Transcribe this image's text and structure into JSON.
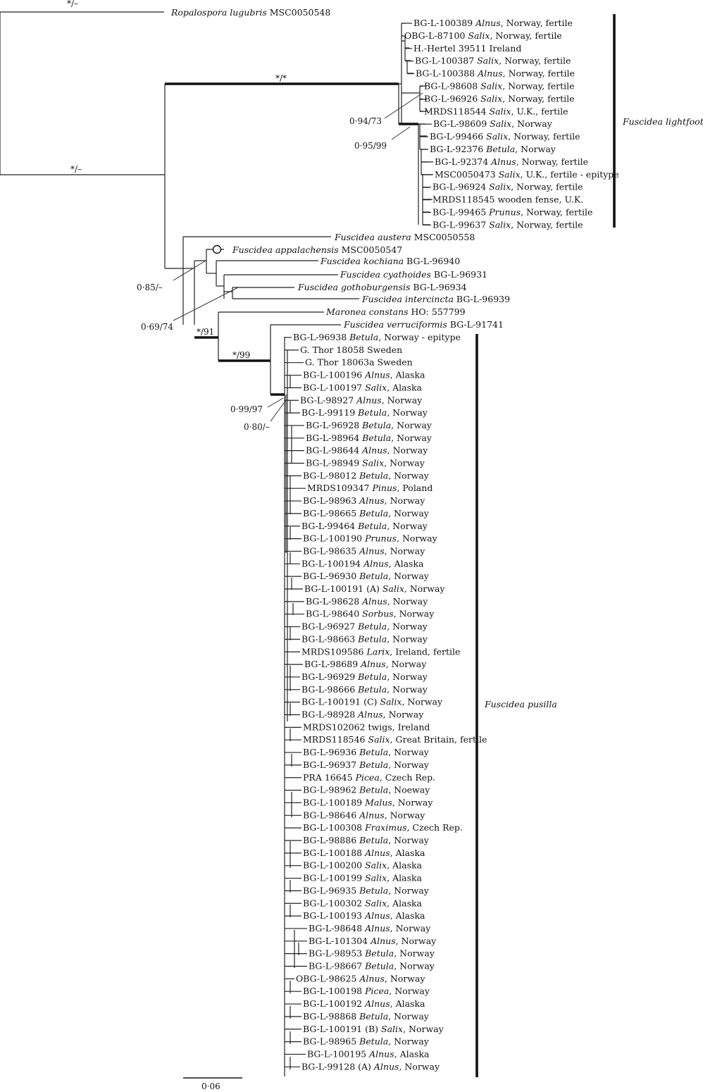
{
  "outgroup": {
    "name": "Ropalospora lugubris",
    "voucher": "MSC0050548"
  },
  "clades": [
    {
      "name": "Fuscidea lightfootii"
    },
    {
      "name": "Fuscidea pusilla"
    }
  ],
  "lightfootii_tips": [
    [
      "BG-L-100389 ",
      "Alnus",
      ", Norway, fertile"
    ],
    [
      "OBG-L-87100 ",
      "Salix",
      ", Norway, fertile"
    ],
    [
      "H.-Hertel 39511 Ireland",
      "",
      ""
    ],
    [
      "BG-L-100387 ",
      "Salix",
      ", Norway, fertile"
    ],
    [
      "BG-L-100388 ",
      "Alnus",
      ", Norway, fertile"
    ],
    [
      "BG-L-98608 ",
      "Salix",
      ", Norway, fertile"
    ],
    [
      "BG-L-96926 ",
      "Salix",
      ", Norway, fertile"
    ],
    [
      "MRDS118544 ",
      "Salix",
      ", U.K., fertile"
    ],
    [
      "BG-L-98609 ",
      "Salix",
      ", Norway"
    ],
    [
      "BG-L-99466 ",
      "Salix",
      ", Norway, fertile"
    ],
    [
      "BG-L-92376 ",
      "Betula",
      ", Norway"
    ],
    [
      "BG-L-92374 ",
      "Alnus",
      ", Norway, fertile"
    ],
    [
      "MSC0050473 ",
      "Salix",
      ", U.K., fertile - epitype"
    ],
    [
      "BG-L-96924 ",
      "Salix",
      ", Norway, fertile"
    ],
    [
      "MRDS118545 wooden fense, U.K.",
      "",
      ""
    ],
    [
      "BG-L-99465 ",
      "Prunus",
      ", Norway, fertile"
    ],
    [
      "BG-L-99637 ",
      "Salix",
      ", Norway, fertile"
    ]
  ],
  "species_tips": [
    [
      "Fuscidea austera",
      " MSC0050558"
    ],
    [
      "Fuscidea appalachensis",
      " MSC0050547"
    ],
    [
      "Fuscidea kochiana",
      " BG-L-96940"
    ],
    [
      "Fuscidea cyathoides",
      " BG-L-96931"
    ],
    [
      "Fuscidea gothoburgensis",
      " BG-L-96934"
    ],
    [
      "Fuscidea intercincta",
      " BG-L-96939"
    ],
    [
      "Maronea constans",
      " HO: 557799"
    ],
    [
      "Fuscidea verruciformis",
      " BG-L-91741"
    ]
  ],
  "pusilla_tips": [
    [
      "BG-L-96938 ",
      "Betula",
      ", Norway - epitype"
    ],
    [
      "G. Thor 18058 Sweden",
      "",
      ""
    ],
    [
      "G. Thor 18063a Sweden",
      "",
      ""
    ],
    [
      "BG-L-100196 ",
      "Alnus",
      ", Alaska"
    ],
    [
      "BG-L-100197 ",
      "Salix",
      ", Alaska"
    ],
    [
      "BG-L-98927 ",
      "Alnus",
      ", Norway"
    ],
    [
      "BG-L-99119 ",
      "Betula",
      ", Norway"
    ],
    [
      "BG-L-96928 ",
      "Betula",
      ", Norway"
    ],
    [
      "BG-L-98964 ",
      "Betula",
      ", Norway"
    ],
    [
      "BG-L-98644 ",
      "Alnus",
      ", Norway"
    ],
    [
      "BG-L-98949 ",
      "Salix",
      ", Norway"
    ],
    [
      "BG-L-98012 ",
      "Betula",
      ", Norway"
    ],
    [
      "MRDS109347 ",
      "Pinus",
      ", Poland"
    ],
    [
      "BG-L-98963 ",
      "Alnus",
      ", Norway"
    ],
    [
      "BG-L-98665 ",
      "Betula",
      ", Norway"
    ],
    [
      "BG-L-99464 ",
      "Betula",
      ", Norway"
    ],
    [
      "BG-L-100190 ",
      "Prunus",
      ", Norway"
    ],
    [
      "BG-L-98635 ",
      "Alnus",
      ", Norway"
    ],
    [
      "BG-L-100194 ",
      "Alnus",
      ", Alaska"
    ],
    [
      "BG-L-96930 ",
      "Betula",
      ", Norway"
    ],
    [
      "BG-L-100191 (A) ",
      "Salix",
      ", Norway"
    ],
    [
      "BG-L-98628 ",
      "Alnus",
      ", Norway"
    ],
    [
      "BG-L-98640 ",
      "Sorbus",
      ", Norway"
    ],
    [
      "BG-L-96927 ",
      "Betula",
      ", Norway"
    ],
    [
      "BG-L-98663 ",
      "Betula",
      ", Norway"
    ],
    [
      "MRDS109586 ",
      "Larix",
      ", Ireland, fertile"
    ],
    [
      "BG-L-98689 ",
      "Alnus",
      ", Norway"
    ],
    [
      "BG-L-96929 ",
      "Betula",
      ", Norway"
    ],
    [
      "BG-L-98666 ",
      "Betula",
      ", Norway"
    ],
    [
      "BG-L-100191 (C) ",
      "Salix",
      ", Norway"
    ],
    [
      "BG-L-98928 ",
      "Alnus",
      ", Norway"
    ],
    [
      "MRDS102062 twigs, Ireland",
      "",
      ""
    ],
    [
      "MRDS118546 ",
      "Salix",
      ", Great Britain, fertile"
    ],
    [
      "BG-L-96936 ",
      "Betula",
      ", Norway"
    ],
    [
      "BG-L-96937 ",
      "Betula",
      ", Norway"
    ],
    [
      "PRA 16645 ",
      "Picea",
      ", Czech Rep."
    ],
    [
      "BG-L-98962 ",
      "Betula",
      ", Noeway"
    ],
    [
      "BG-L-100189 ",
      "Malus",
      ", Norway"
    ],
    [
      "BG-L-98646 ",
      "Alnus",
      ", Norway"
    ],
    [
      "BG-L-100308 ",
      "Fraximus",
      ", Czech Rep."
    ],
    [
      "BG-L-98886 ",
      "Betula",
      ", Norway"
    ],
    [
      "BG-L-100188 ",
      "Alnus",
      ", Alaska"
    ],
    [
      "BG-L-100200 ",
      "Salix",
      ", Alaska"
    ],
    [
      "BG-L-100199 ",
      "Salix",
      ", Alaska"
    ],
    [
      "BG-L-96935 ",
      "Betula",
      ", Norway"
    ],
    [
      "BG-L-100302 ",
      "Salix",
      ", Alaska"
    ],
    [
      "BG-L-100193 ",
      "Alnus",
      ", Alaska"
    ],
    [
      "BG-L-98648 ",
      "Alnus",
      ", Norway"
    ],
    [
      "BG-L-101304 ",
      "Alnus",
      ", Norway"
    ],
    [
      "BG-L-98953 ",
      "Betula",
      ", Norway"
    ],
    [
      "BG-L-98667 ",
      "Betula",
      ", Norway"
    ],
    [
      "OBG-L-98625 ",
      "Alnus",
      ", Norway"
    ],
    [
      "BG-L-100198 ",
      "Picea",
      ", Norway"
    ],
    [
      "BG-L-100192 ",
      "Alnus",
      ", Alaska"
    ],
    [
      "BG-L-98868 ",
      "Betula",
      ", Norway"
    ],
    [
      "BG-L-100191 (B) ",
      "Salix",
      ", Norway"
    ],
    [
      "BG-L-98965 ",
      "Betula",
      ", Norway"
    ],
    [
      "BG-L-100195 ",
      "Alnus",
      ", Alaska"
    ],
    [
      "BG-L-99128 (A) ",
      "Alnus",
      ", Norway"
    ]
  ],
  "support": {
    "outgroup": "*/–",
    "ingroup": "*/–",
    "lightfootii": "*/*",
    "lightfootii_a": "0·94/73",
    "lightfootii_b": "0·95/99",
    "appalachensis_kochiana": "0·85/–",
    "cyathoides_group": "0·69/74",
    "maronea_pusilla": "*/91",
    "verruciformis_pusilla": "*/99",
    "pusilla_a": "0·99/97",
    "pusilla_b": "0·80/–"
  },
  "scale": {
    "label": "0·06"
  }
}
